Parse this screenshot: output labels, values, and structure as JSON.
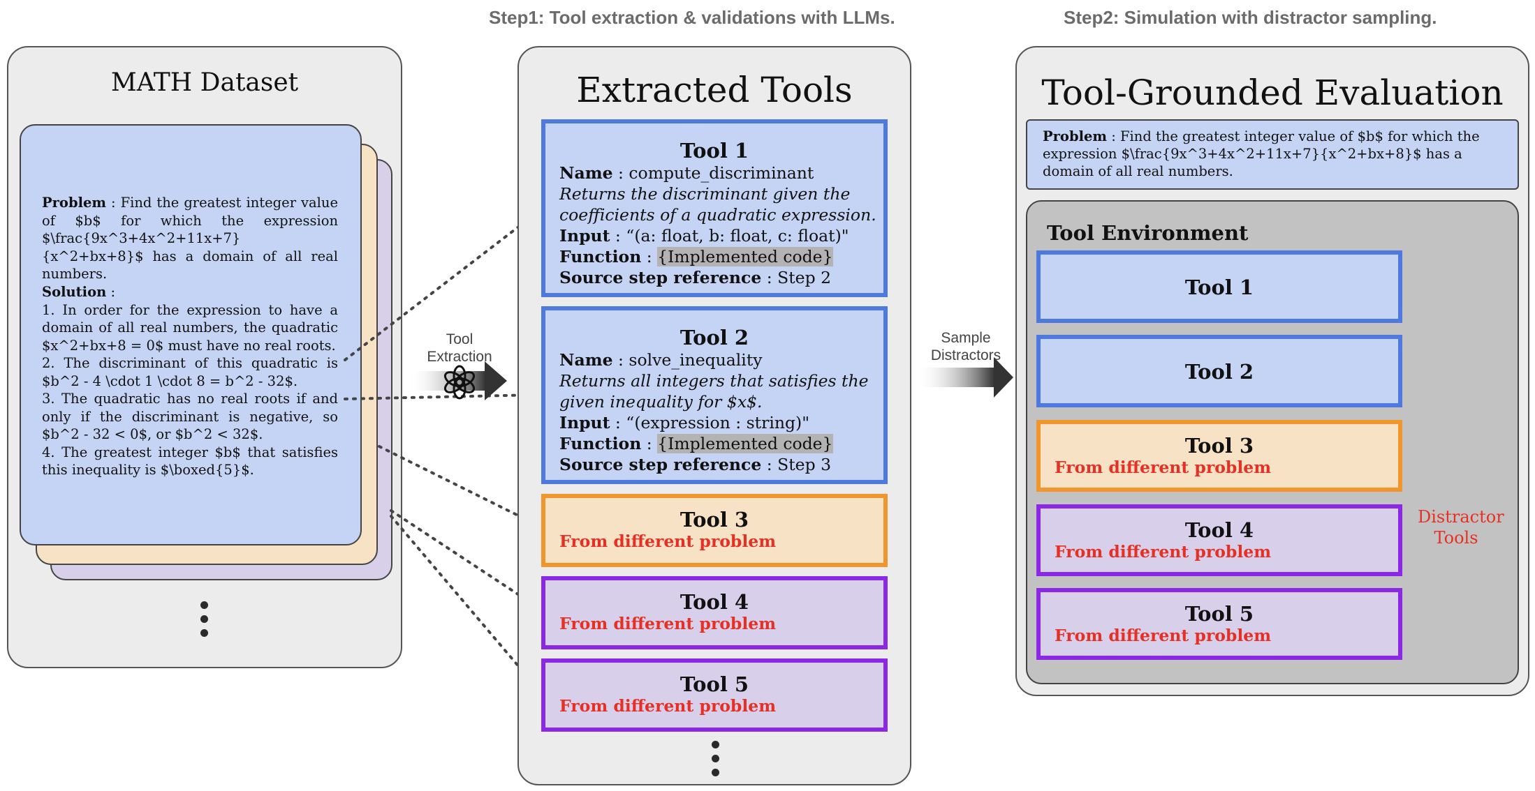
{
  "steps": {
    "step1": "Step1:  Tool extraction & validations with LLMs.",
    "step2": "Step2:  Simulation with distractor sampling."
  },
  "math_panel": {
    "title": "MATH Dataset",
    "problem_label": "Problem",
    "problem_text": " : Find the greatest integer value of $b$ for which the expression $\\frac{9x^3+4x^2+11x+7}{x^2+bx+8}$ has a domain of all real numbers.",
    "solution_label": "Solution",
    "solution_colon": " :",
    "solution_steps": [
      "1. In order for the expression to have a domain of all real numbers, the quadratic $x^2+bx+8 = 0$ must have no real roots.",
      "2. The discriminant of this quadratic is $b^2 - 4 \\cdot 1 \\cdot 8 = b^2 - 32$.",
      "3. The quadratic has no real roots if and only if the discriminant is negative, so $b^2 - 32 < 0$, or $b^2 < 32$.",
      "4. The greatest integer $b$ that satisfies this inequality is $\\boxed{5}$."
    ]
  },
  "extraction_arrow": {
    "label_line1": "Tool",
    "label_line2": "Extraction"
  },
  "extracted_panel": {
    "title": "Extracted Tools",
    "tool1": {
      "title": "Tool 1",
      "name_label": "Name",
      "name_value": " : compute_discriminant",
      "desc_line1": "Returns the discriminant given the",
      "desc_line2": "coefficients of a quadratic expression.",
      "input_label": "Input",
      "input_value": " : “(a: float, b: float, c: float)\"",
      "function_label": "Function",
      "function_sep": " : ",
      "function_value": "{Implemented code}",
      "source_label": "Source step reference",
      "source_value": " : Step 2"
    },
    "tool2": {
      "title": "Tool 2",
      "name_label": "Name",
      "name_value": " : solve_inequality",
      "desc_line1": "Returns all integers that satisfies the",
      "desc_line2": "given inequality for $x$.",
      "input_label": "Input",
      "input_value": " : “(expression : string)\"",
      "function_label": "Function",
      "function_sep": " : ",
      "function_value": "{Implemented code}",
      "source_label": "Source step reference",
      "source_value": " : Step 3"
    },
    "tool3": {
      "title": "Tool 3",
      "note": "From different problem"
    },
    "tool4": {
      "title": "Tool 4",
      "note": "From different problem"
    },
    "tool5": {
      "title": "Tool 5",
      "note": "From different problem"
    }
  },
  "sample_arrow": {
    "label_line1": "Sample",
    "label_line2": "Distractors"
  },
  "eval_panel": {
    "title": "Tool-Grounded Evaluation",
    "problem_label": "Problem",
    "problem_text": " : Find the greatest integer value of $b$ for which the expression $\\frac{9x^3+4x^2+11x+7}{x^2+bx+8}$ has a domain of all real numbers.",
    "env_title": "Tool Environment",
    "tools": [
      {
        "title": "Tool 1",
        "note": ""
      },
      {
        "title": "Tool 2",
        "note": ""
      },
      {
        "title": "Tool 3",
        "note": "From different problem"
      },
      {
        "title": "Tool 4",
        "note": "From different problem"
      },
      {
        "title": "Tool 5",
        "note": "From different problem"
      }
    ],
    "distractor_line1": "Distractor",
    "distractor_line2": "Tools"
  },
  "colors": {
    "blue_border": "#4e7ae0",
    "orange_border": "#f0962d",
    "purple_border": "#8b28e6",
    "red_text": "#e63024",
    "warning_yellow": "#f7d13c"
  }
}
